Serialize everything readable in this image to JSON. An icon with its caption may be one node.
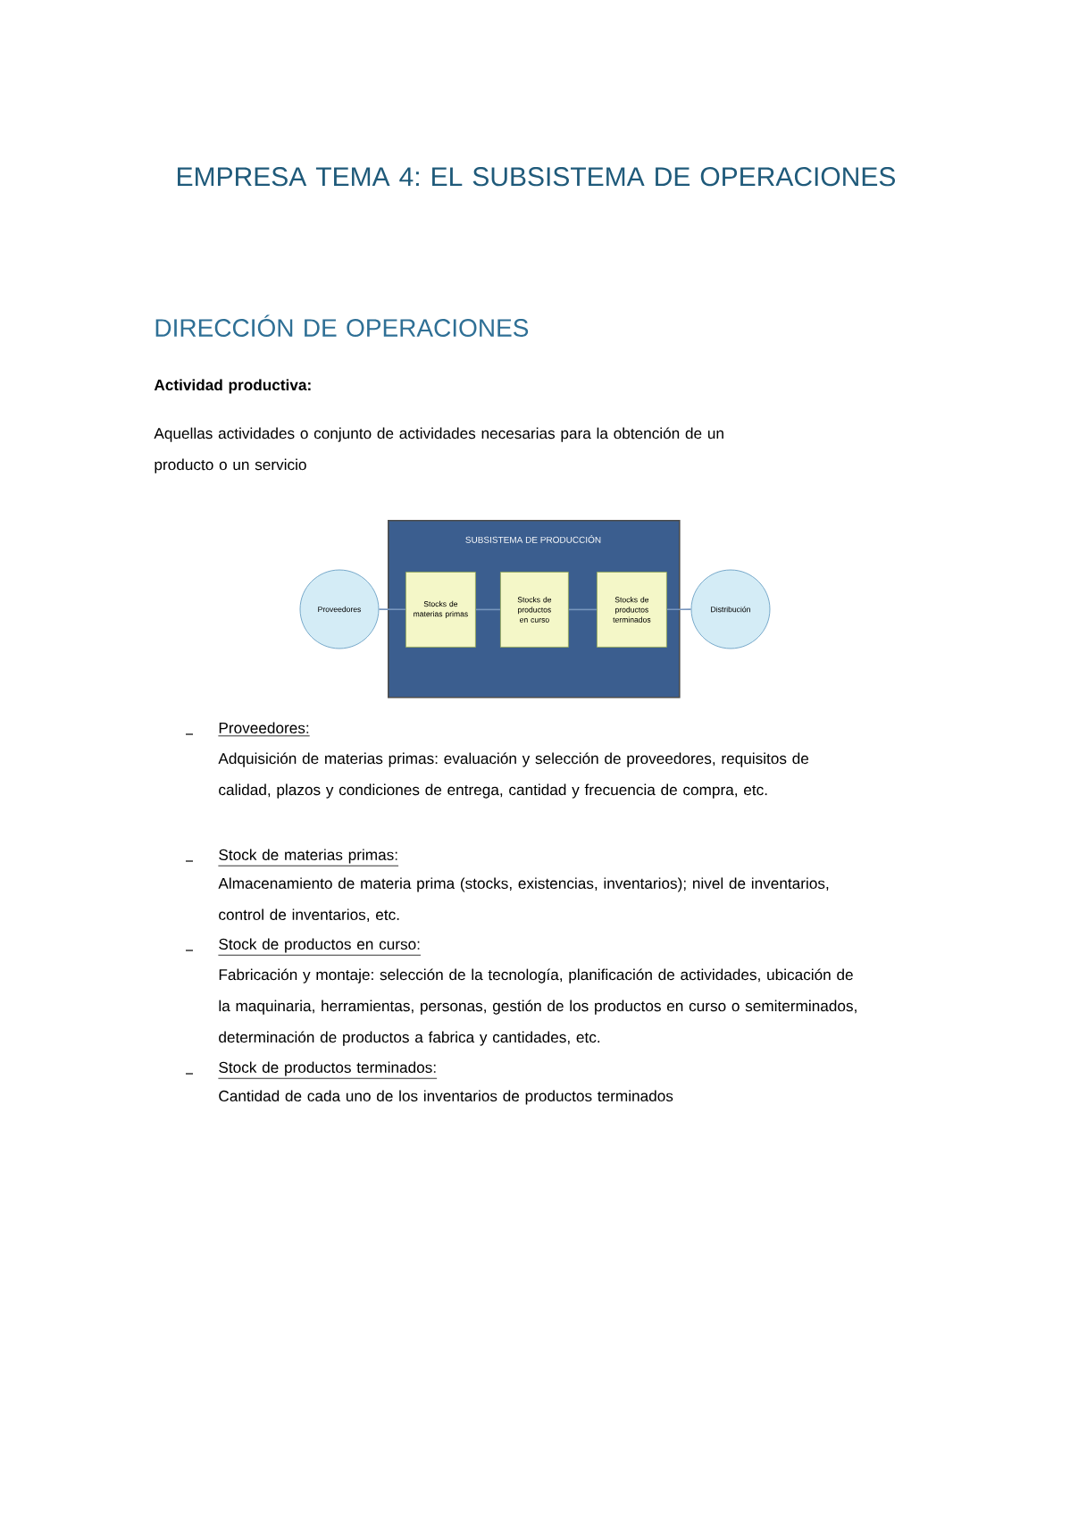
{
  "diagram": {
    "title": "EMPRESA TEMA 4: EL SUBSISTEMA DE OPERACIONES",
    "nodes": [
      {
        "text": [
          "SUBSISTEMA DE PRODUCCIÓN"
        ]
      },
      {
        "text": [
          "Proveedores"
        ]
      },
      {
        "text": [
          "Stocks de materias primas"
        ],
        "in": 0
      },
      {
        "text": [
          "Stocks de productos en curso"
        ],
        "in": 0
      },
      {
        "text": [
          "Stocks de productos terminados"
        ],
        "in": 0
      },
      {
        "text": [
          "Distribución"
        ]
      }
    ],
    "edges": [
      {
        "from": 1,
        "to": 2,
        "arrow": "none"
      },
      {
        "from": 2,
        "to": 3,
        "arrow": "none"
      },
      {
        "from": 3,
        "to": 4,
        "arrow": "none"
      },
      {
        "from": 4,
        "to": 5,
        "arrow": "none"
      }
    ],
    "labels": [
      "DIRECCIÓN DE OPERACIONES",
      "Actividad productiva:",
      "Aquellas actividades o conjunto de actividades necesarias para la obtención de un producto o un servicio",
      "Proveedores:",
      "Adquisición de materias primas: evaluación y selección de proveedores, requisitos de calidad, plazos y condiciones de entrega, cantidad y frecuencia de compra, etc.",
      "Stock de materias primas:",
      "Almacenamiento de materia prima (stocks, existencias, inventarios); nivel de inventarios, control de inventarios, etc.",
      "Stock de productos en curso:",
      "Fabricación y montaje: selección de la tecnología, planificación de actividades, ubicación de la maquinaria, herramientas, personas, gestión de los productos en curso o semiterminados, determinación de productos a fabrica y cantidades, etc.",
      "Stock de productos terminados:",
      "Cantidad de cada uno de los inventarios de productos terminados"
    ]
  }
}
